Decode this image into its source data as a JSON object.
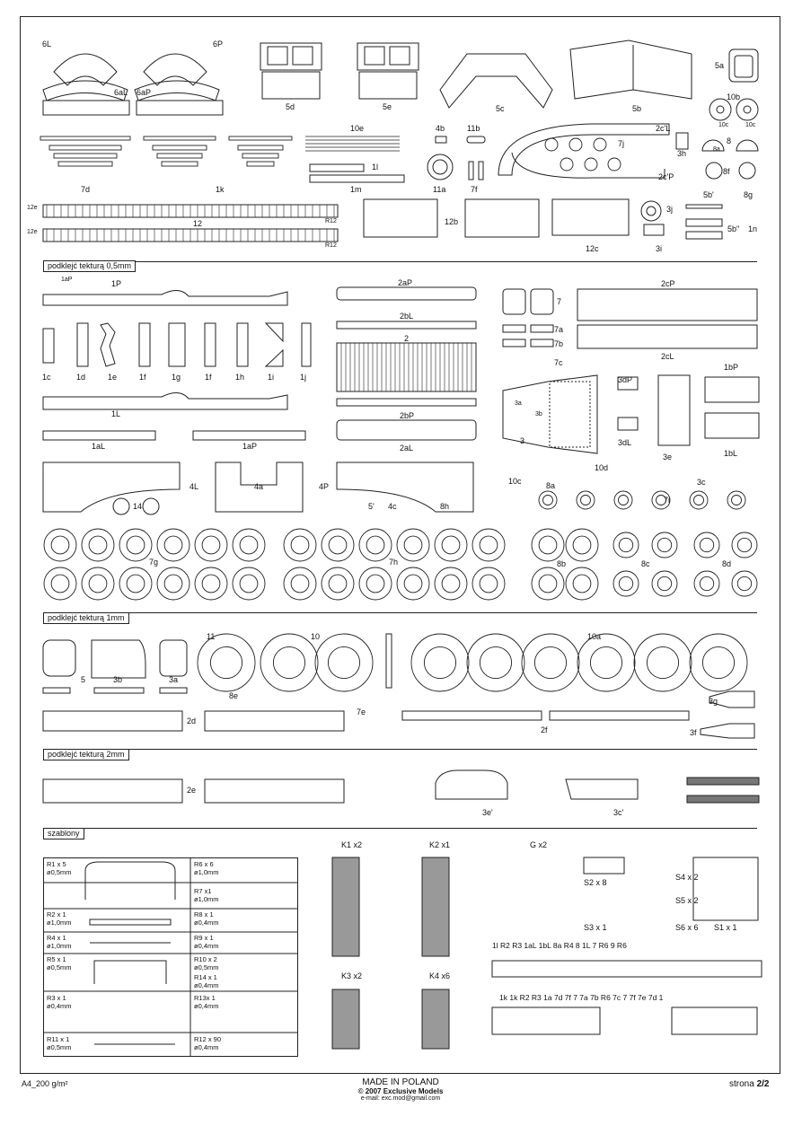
{
  "sections": {
    "s05": "podklejć tekturą 0,5mm",
    "s1": "podklejć tekturą 1mm",
    "s2": "podklejć tekturą 2mm",
    "templates": "szablony"
  },
  "part_labels": {
    "p6L": "6L",
    "p6P": "6P",
    "p6aL": "6aL",
    "p6aP": "6aP",
    "p5d": "5d",
    "p5e": "5e",
    "p5c": "5c",
    "p5b": "5b",
    "p5a": "5a",
    "p10b": "10b",
    "p10c1": "10c",
    "p10c2": "10c",
    "p10e": "10e",
    "p4b": "4b",
    "p11b": "11b",
    "p2cL": "2c'L",
    "p2cP": "2c'P",
    "p7j": "7j",
    "p3h": "3h",
    "p8": "8",
    "p8a": "8a",
    "p8f": "8f",
    "p7d": "7d",
    "p1k": "1k",
    "p1l": "1l",
    "p1m": "1m",
    "p11a": "11a",
    "p7f": "7f",
    "p12": "12",
    "p12e1": "12e",
    "p12e2": "12e",
    "pR12a": "R12",
    "pR12b": "R12",
    "p12b": "12b",
    "p12c": "12c",
    "p3j": "3j",
    "p3i": "3i",
    "p5b2": "5b'",
    "p8g": "8g",
    "p5b3": "5b''",
    "p1n": "1n",
    "p1P": "1P",
    "p1aP": "1aP",
    "p7": "7",
    "p7a": "7a",
    "p7b": "7b",
    "p7c": "7c",
    "p2aP": "2aP",
    "p2bL": "2bL",
    "p2": "2",
    "p2bP": "2bP",
    "p2aL": "2aL",
    "p2cP2": "2cP",
    "p2cL2": "2cL",
    "p3dP": "3dP",
    "p3dL": "3dL",
    "p3": "3",
    "p3a": "3a",
    "p3b": "3b",
    "p3c": "3c",
    "p3e": "3e",
    "p1bP": "1bP",
    "p1bL": "1bL",
    "p1c": "1c",
    "p1d": "1d",
    "p1e": "1e",
    "p1f": "1f",
    "p1g": "1g",
    "p1f2": "1f",
    "p1h": "1h",
    "p1i": "1i",
    "p1j": "1j",
    "p1L": "1L",
    "p1aL": "1aL",
    "p1aP2": "1aP",
    "p4L": "4L",
    "p4a": "4a",
    "p4P": "4P",
    "p14": "14",
    "p5p": "5'",
    "p4c": "4c",
    "p8h": "8h",
    "p10c3": "10c",
    "p8a2": "8a",
    "p10d": "10d",
    "p7i": "7i",
    "p7g": "7g",
    "p7h": "7h",
    "p8b": "8b",
    "p8c": "8c",
    "p8d": "8d",
    "p11": "11",
    "p10": "10",
    "p10a": "10a",
    "p5": "5",
    "p3b2": "3b",
    "p3a2": "3a",
    "p8e": "8e",
    "p7e": "7e",
    "p2d": "2d",
    "p2f": "2f",
    "p3g": "3g",
    "p3f": "3f",
    "p2e": "2e",
    "p3e2": "3e'",
    "p3c2": "3c'"
  },
  "templates": [
    {
      "id": "R1 x 5",
      "spec": "ø0,5mm"
    },
    {
      "id": "R2 x 1",
      "spec": "ø1,0mm"
    },
    {
      "id": "R4 x 1",
      "spec": "ø1,0mm"
    },
    {
      "id": "R5 x 1",
      "spec": "ø0,5mm"
    },
    {
      "id": "R3 x 1",
      "spec": "ø0,4mm"
    },
    {
      "id": "R11 x 1",
      "spec": "ø0,5mm"
    }
  ],
  "templates_right": [
    {
      "id": "R6 x 6",
      "spec": "ø1,0mm"
    },
    {
      "id": "R7 x1",
      "spec": "ø1,0mm"
    },
    {
      "id": "R8 x 1",
      "spec": "ø0,4mm"
    },
    {
      "id": "R9 x 1",
      "spec": "ø0,4mm"
    },
    {
      "id": "R10 x 2",
      "spec": "ø0,5mm"
    },
    {
      "id": "R14 x 1",
      "spec": "ø0,4mm"
    },
    {
      "id": "R13x 1",
      "spec": "ø0,4mm"
    },
    {
      "id": "R12 x 90",
      "spec": "ø0,4mm"
    }
  ],
  "assembly": {
    "k1": "K1 x2",
    "k2": "K2 x1",
    "k3": "K3 x2",
    "k4": "K4 x6",
    "g": "G x2",
    "s2": "S2 x 8",
    "s3": "S3 x 1",
    "s4": "S4 x 2",
    "s5": "S5 x 2",
    "s6": "S6 x 6",
    "s1": "S1 x 1",
    "row1": "1l  R2 R3  1aL 1bL  8a R4  8  1L  7  R6  9  R6",
    "row2": "1k  1k  R2  R3  1a  7d 7f 7  7a 7b  R6 7c 7  7f 7e 7d  1"
  },
  "footer": {
    "paper": "A4_200 g/m²",
    "made": "MADE IN POLAND",
    "copyright": "© 2007 Exclusive Models",
    "email": "e-mail: exc.mod@gmail.com",
    "page_label": "strona ",
    "page_num": "2/2"
  }
}
